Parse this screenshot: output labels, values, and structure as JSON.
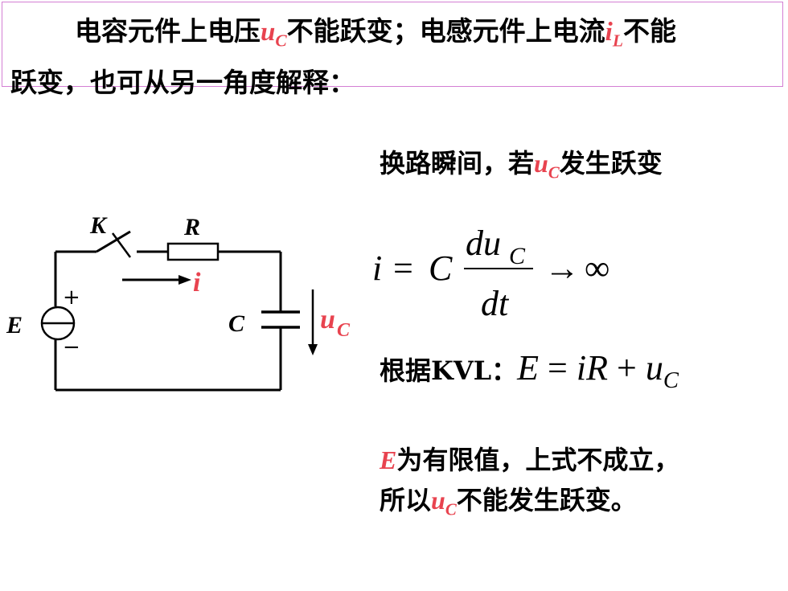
{
  "header": {
    "part1": "电容元件上电压",
    "uc_main": "u",
    "uc_sub": "C",
    "part2": "不能跃变；电感元件上电流",
    "il_main": "i",
    "il_sub": "L",
    "part3": "不能",
    "line2": "跃变，也可从另一角度解释："
  },
  "switching": {
    "prefix": "换路瞬间，若",
    "var_main": "u",
    "var_sub": "C",
    "suffix": "发生跃变"
  },
  "formula1": {
    "lhs": "i",
    "eq": "=",
    "C": "C",
    "num_main": "du",
    "num_sub": "C",
    "den": "dt",
    "arrow": "→",
    "inf": "∞"
  },
  "kvl": {
    "label": "根据KVL：",
    "E": "E",
    "eq": "=",
    "iR": "iR",
    "plus": "+",
    "u_main": "u",
    "u_sub": "C"
  },
  "conclusion": {
    "E": "E",
    "line1": "为有限值，上式不成立，",
    "line2_prefix": "所以",
    "u_main": "u",
    "u_sub": "C",
    "line2_suffix": "不能发生跃变。"
  },
  "circuit": {
    "source_label": "E",
    "plus_sign": "+",
    "minus_sign": "−",
    "switch_label": "K",
    "resistor_label": "R",
    "current_label": "i",
    "capacitor_label": "C",
    "voltage_main": "u",
    "voltage_sub": "C"
  },
  "colors": {
    "accent": "#e8434f",
    "header_border": "#d47fd4"
  }
}
